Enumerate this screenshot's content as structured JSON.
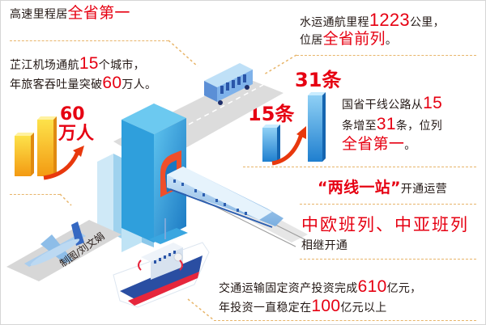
{
  "highway": {
    "prefix": "高速里程居",
    "highlight": "全省第一"
  },
  "airport": {
    "line1_prefix": "芷江机场通航",
    "line1_num": "15",
    "line1_suffix": "个城市，",
    "line2_prefix": "年旅客吞吐量突破",
    "line2_num": "60",
    "line2_suffix": "万人。",
    "chart_label_num": "60",
    "chart_label_unit": "万人"
  },
  "waterway": {
    "line1_prefix": "水运通航里程",
    "line1_num": "1223",
    "line1_suffix": "公里，",
    "line2_prefix": "位居",
    "line2_highlight": "全省前列",
    "line2_suffix": "。"
  },
  "trunk_roads": {
    "bar_small_label": "15条",
    "bar_large_label": "31条",
    "line1_prefix": "国省干线公路从",
    "line1_num": "15",
    "line2_prefix": "条增至",
    "line2_num": "31",
    "line2_suffix": "条，位列",
    "line3_highlight": "全省第一",
    "line3_suffix": "。"
  },
  "railway": {
    "highlight": "“两线一站”",
    "suffix": "开通运营"
  },
  "freight_trains": {
    "highlight": "中欧班列、中亚班列",
    "suffix": "相继开通"
  },
  "investment": {
    "line1_prefix": "交通运输固定资产投资完成",
    "line1_num": "610",
    "line1_suffix": "亿元，",
    "line2_prefix": "年投资一直稳定在",
    "line2_num": "100",
    "line2_suffix": "亿元以上"
  },
  "credit": "制图/刘文娟",
  "colors": {
    "accent_red": "#e60012",
    "dash_orange": "#e8b56a",
    "tower_blue": "#2a9bd6",
    "bar_yellow": "#f6b41c",
    "bar_blue": "#2c8ed6",
    "ship_navy": "#1f3f8f"
  }
}
